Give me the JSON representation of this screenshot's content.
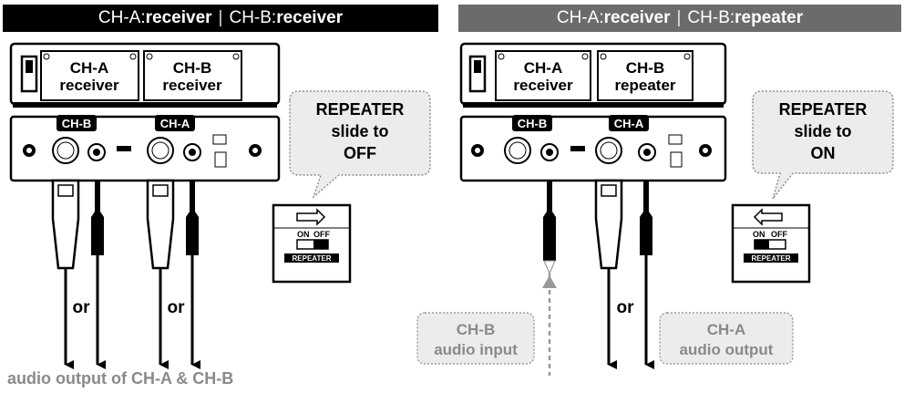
{
  "headers": {
    "left": {
      "a_prefix": "CH-A: ",
      "a_value": "receiver",
      "sep": "|",
      "b_prefix": "CH-B: ",
      "b_value": "receiver"
    },
    "right": {
      "a_prefix": "CH-A: ",
      "a_value": "receiver",
      "sep": "|",
      "b_prefix": "CH-B: ",
      "b_value": "repeater"
    }
  },
  "left_unit": {
    "front_a": [
      "CH-A",
      "receiver"
    ],
    "front_b": [
      "CH-B",
      "receiver"
    ],
    "tag_b": "CH-B",
    "tag_a": "CH-A",
    "callout": [
      "REPEATER",
      "slide to",
      "OFF"
    ],
    "switch_on": "ON",
    "switch_off": "OFF",
    "switch_label": "REPEATER",
    "or": "or",
    "footer": "audio output of CH-A & CH-B"
  },
  "right_unit": {
    "front_a": [
      "CH-A",
      "receiver"
    ],
    "front_b": [
      "CH-B",
      "repeater"
    ],
    "tag_b": "CH-B",
    "tag_a": "CH-A",
    "callout": [
      "REPEATER",
      "slide to",
      "ON"
    ],
    "switch_on": "ON",
    "switch_off": "OFF",
    "switch_label": "REPEATER",
    "or": "or",
    "input_box": [
      "CH-B",
      "audio input"
    ],
    "output_box": [
      "CH-A",
      "audio output"
    ]
  }
}
